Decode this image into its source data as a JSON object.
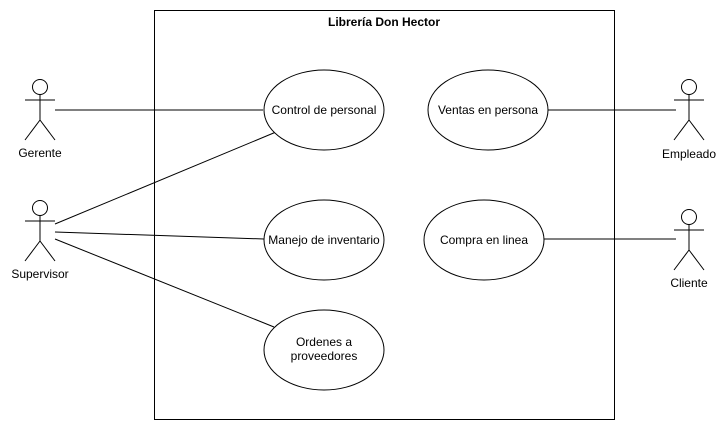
{
  "system": {
    "title": "Librería Don Hector"
  },
  "actors": {
    "gerente": {
      "label": "Gerente"
    },
    "supervisor": {
      "label": "Supervisor"
    },
    "empleado": {
      "label": "Empleado"
    },
    "cliente": {
      "label": "Cliente"
    }
  },
  "use_cases": {
    "control_personal": {
      "label": "Control de personal"
    },
    "ventas_persona": {
      "label": "Ventas en persona"
    },
    "manejo_inventario": {
      "label": "Manejo de inventario"
    },
    "compra_linea": {
      "label": "Compra en linea"
    },
    "ordenes_line1": "Ordenes a",
    "ordenes_line2": "proveedores"
  }
}
